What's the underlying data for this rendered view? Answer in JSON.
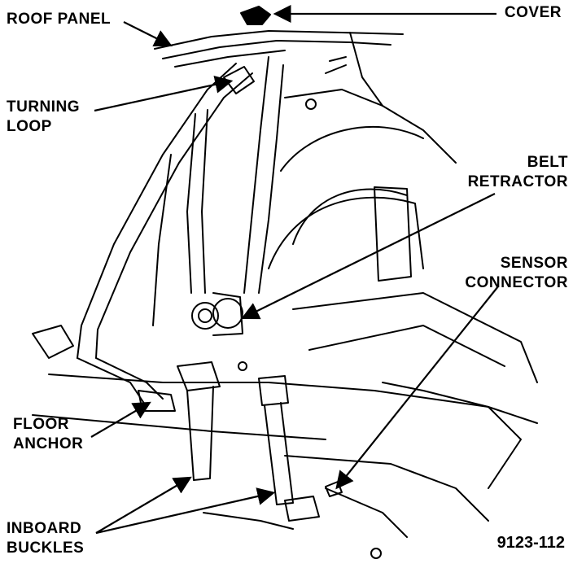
{
  "labels": {
    "roof_panel": "ROOF PANEL",
    "cover": "COVER",
    "turning_loop": [
      "TURNING",
      "LOOP"
    ],
    "belt_retractor": [
      "BELT",
      "RETRACTOR"
    ],
    "sensor_connector": [
      "SENSOR",
      "CONNECTOR"
    ],
    "floor_anchor": [
      "FLOOR",
      "ANCHOR"
    ],
    "inboard_buckles": [
      "INBOARD",
      "BUCKLES"
    ]
  },
  "figure_number": "9123-112",
  "colors": {
    "ink": "#000000",
    "paper": "#ffffff"
  }
}
